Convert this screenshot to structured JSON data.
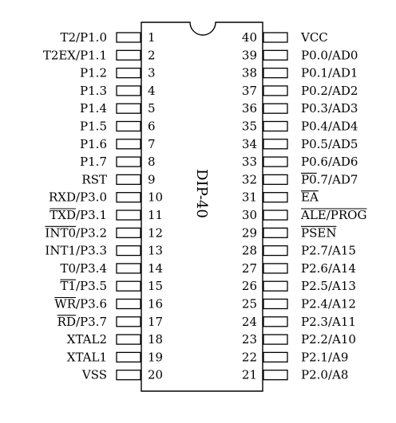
{
  "package_label": "DIP-40",
  "left_pins": [
    {
      "num": "1",
      "name": "T2/P1.0",
      "overbar": ""
    },
    {
      "num": "2",
      "name": "T2EX/P1.1",
      "overbar": ""
    },
    {
      "num": "3",
      "name": "P1.2",
      "overbar": ""
    },
    {
      "num": "4",
      "name": "P1.3",
      "overbar": ""
    },
    {
      "num": "5",
      "name": "P1.4",
      "overbar": ""
    },
    {
      "num": "6",
      "name": "P1.5",
      "overbar": ""
    },
    {
      "num": "7",
      "name": "P1.6",
      "overbar": ""
    },
    {
      "num": "8",
      "name": "P1.7",
      "overbar": ""
    },
    {
      "num": "9",
      "name": "RST",
      "overbar": ""
    },
    {
      "num": "10",
      "name": "RXD/P3.0",
      "overbar": ""
    },
    {
      "num": "11",
      "name": "TXD/P3.1",
      "overbar": "TXD"
    },
    {
      "num": "12",
      "name": "INT0/P3.2",
      "overbar": "INT0"
    },
    {
      "num": "13",
      "name": "INT1/P3.3",
      "overbar": ""
    },
    {
      "num": "14",
      "name": "T0/P3.4",
      "overbar": ""
    },
    {
      "num": "15",
      "name": "T1/P3.5",
      "overbar": "T1"
    },
    {
      "num": "16",
      "name": "WR/P3.6",
      "overbar": "WR"
    },
    {
      "num": "17",
      "name": "RD/P3.7",
      "overbar": "RD"
    },
    {
      "num": "18",
      "name": "XTAL2",
      "overbar": ""
    },
    {
      "num": "19",
      "name": "XTAL1",
      "overbar": ""
    },
    {
      "num": "20",
      "name": "VSS",
      "overbar": ""
    }
  ],
  "right_pins": [
    {
      "num": "40",
      "name": "VCC",
      "overbar": ""
    },
    {
      "num": "39",
      "name": "P0.0/AD0",
      "overbar": ""
    },
    {
      "num": "38",
      "name": "P0.1/AD1",
      "overbar": ""
    },
    {
      "num": "37",
      "name": "P0.2/AD2",
      "overbar": ""
    },
    {
      "num": "36",
      "name": "P0.3/AD3",
      "overbar": ""
    },
    {
      "num": "35",
      "name": "P0.4/AD4",
      "overbar": ""
    },
    {
      "num": "34",
      "name": "P0.5/AD5",
      "overbar": ""
    },
    {
      "num": "33",
      "name": "P0.6/AD6",
      "overbar": ""
    },
    {
      "num": "32",
      "name": "P0.7/AD7",
      "overbar": "P0"
    },
    {
      "num": "31",
      "name": "EA",
      "overbar": "EA"
    },
    {
      "num": "30",
      "name": "ALE/PROG",
      "overbar": "ALE/PROG"
    },
    {
      "num": "29",
      "name": "PSEN",
      "overbar": "PSEN"
    },
    {
      "num": "28",
      "name": "P2.7/A15",
      "overbar": ""
    },
    {
      "num": "27",
      "name": "P2.6/A14",
      "overbar": ""
    },
    {
      "num": "26",
      "name": "P2.5/A13",
      "overbar": ""
    },
    {
      "num": "25",
      "name": "P2.4/A12",
      "overbar": ""
    },
    {
      "num": "24",
      "name": "P2.3/A11",
      "overbar": ""
    },
    {
      "num": "23",
      "name": "P2.2/A10",
      "overbar": ""
    },
    {
      "num": "22",
      "name": "P2.1/A9",
      "overbar": ""
    },
    {
      "num": "21",
      "name": "P2.0/A8",
      "overbar": ""
    }
  ]
}
